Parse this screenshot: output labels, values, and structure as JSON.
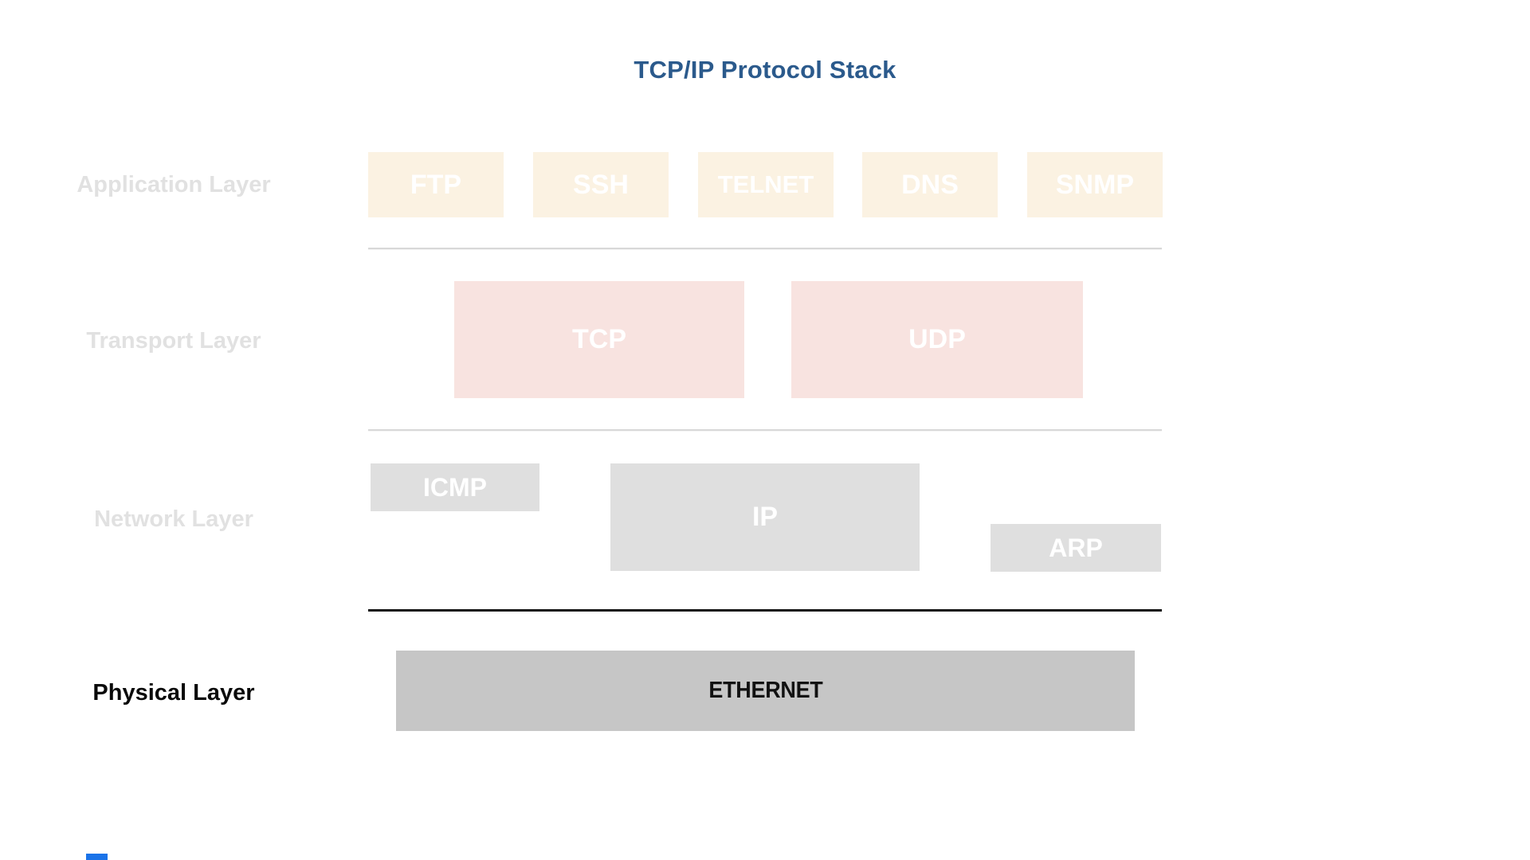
{
  "title": "TCP/IP Protocol Stack",
  "layers": {
    "application": {
      "label": "Application Layer",
      "protocols": [
        "FTP",
        "SSH",
        "TELNET",
        "DNS",
        "SNMP"
      ]
    },
    "transport": {
      "label": "Transport Layer",
      "protocols": [
        "TCP",
        "UDP"
      ]
    },
    "network": {
      "label": "Network Layer",
      "protocols": [
        "ICMP",
        "IP",
        "ARP"
      ]
    },
    "physical": {
      "label": "Physical Layer",
      "protocols": [
        "ETHERNET"
      ]
    }
  },
  "colors": {
    "title_text": "#2B5A8C",
    "application_box_bg": "#FBF2E2",
    "transport_box_bg": "#F8E3E0",
    "network_box_bg": "#DFDFDF",
    "physical_box_bg": "#C6C6C6",
    "box_text_light": "#FFFFFF",
    "box_text_dark": "#111111",
    "faded_label_text": "#E1E1E1",
    "active_label_text": "#0A0A0A",
    "divider_light": "#D8D8D8",
    "divider_dark": "#111111"
  }
}
